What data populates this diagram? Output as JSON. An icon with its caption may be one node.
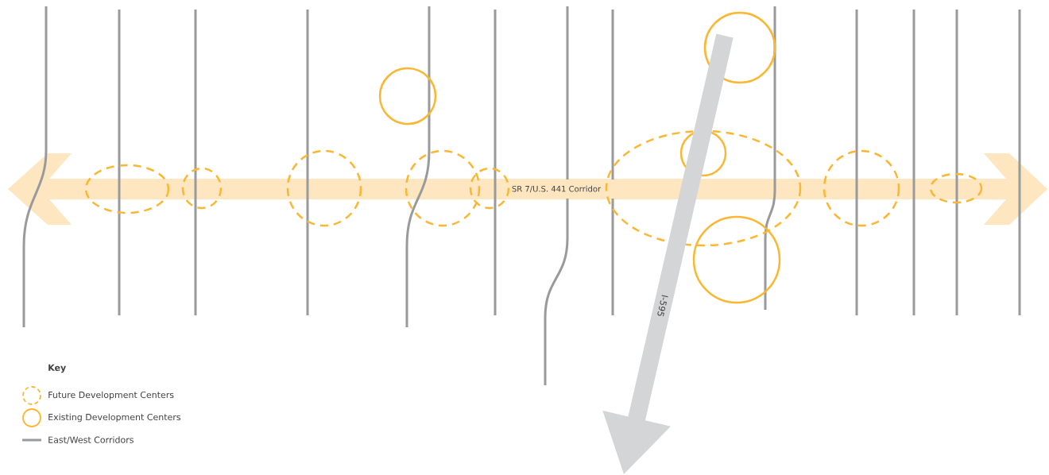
{
  "diagram": {
    "nodes": [
      {
        "text": [
          "SR 7/U.S. 441 Corridor"
        ]
      },
      {
        "text": [
          "I-595"
        ]
      }
    ],
    "labels": [
      "Key"
    ],
    "legend": [
      {
        "text": "Future Development Centers"
      },
      {
        "text": "Existing Development Centers"
      },
      {
        "text": "East/West Corridors"
      }
    ]
  }
}
